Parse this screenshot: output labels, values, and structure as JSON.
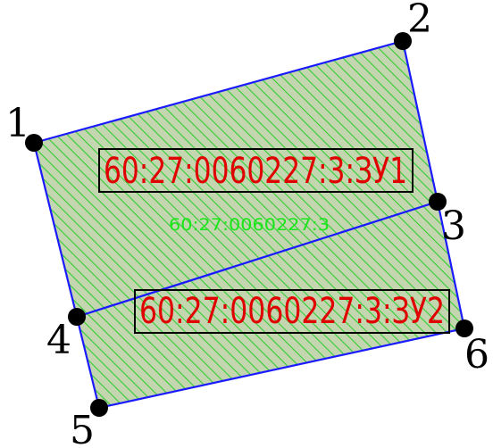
{
  "diagram": {
    "parcel_number": "60:27:0060227:3",
    "plots": [
      {
        "id": "plot-1",
        "label": "60:27:0060227:3:ЗУ1"
      },
      {
        "id": "plot-2",
        "label": "60:27:0060227:3:ЗУ2"
      }
    ],
    "vertices": [
      {
        "id": "v1",
        "label": "1"
      },
      {
        "id": "v2",
        "label": "2"
      },
      {
        "id": "v3",
        "label": "3"
      },
      {
        "id": "v4",
        "label": "4"
      },
      {
        "id": "v5",
        "label": "5"
      },
      {
        "id": "v6",
        "label": "6"
      }
    ],
    "colors": {
      "boundary": "#1a1aff",
      "hatch": "#33cc33",
      "fill": "#c4d6b0",
      "plot_label": "#e00000",
      "parcel_label": "#19e619",
      "vertex": "#000000"
    }
  }
}
